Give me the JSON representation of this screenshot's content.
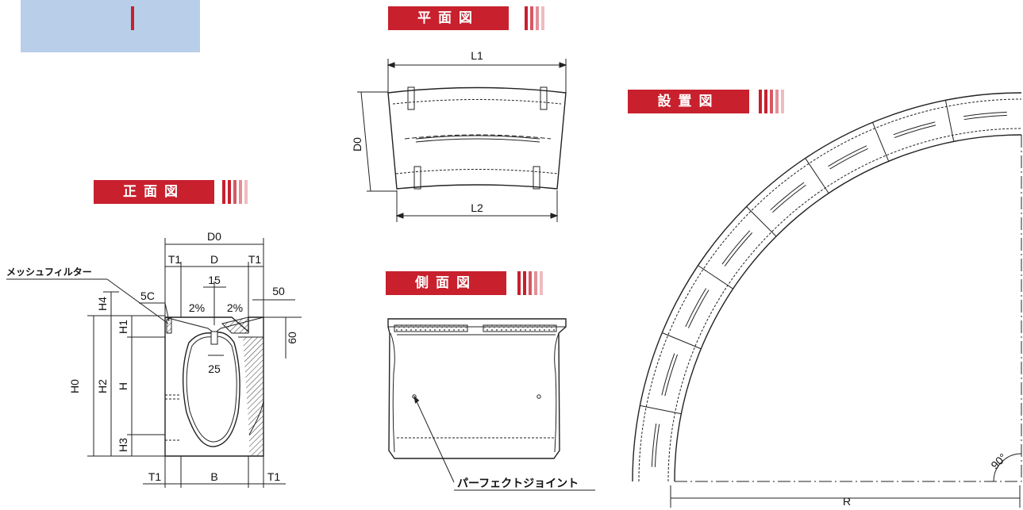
{
  "banners": {
    "plan": "平面図",
    "front": "正面図",
    "side": "側面図",
    "install": "設置図"
  },
  "plan_view": {
    "l1": "L1",
    "l2": "L2",
    "d0": "D0"
  },
  "front_view": {
    "d0": "D0",
    "t1_left": "T1",
    "d": "D",
    "t1_right": "T1",
    "mesh_filter": "メッシュフィルター",
    "dim_15": "15",
    "dim_50": "50",
    "h4": "H4",
    "c5": "5C",
    "slope_left": "2%",
    "slope_right": "2%",
    "h1": "H1",
    "dim_60": "60",
    "dim_25": "25",
    "h0": "H0",
    "h2": "H2",
    "h": "H",
    "h3": "H3",
    "t1_bottom_left": "T1",
    "b": "B",
    "t1_bottom_right": "T1"
  },
  "side_view": {
    "perfect_joint": "パーフェクトジョイント"
  },
  "install_view": {
    "r": "R",
    "angle": "90°"
  },
  "colors": {
    "banner_red": "#c8202d",
    "blue_panel": "#b9cfe9",
    "line": "#222222"
  }
}
